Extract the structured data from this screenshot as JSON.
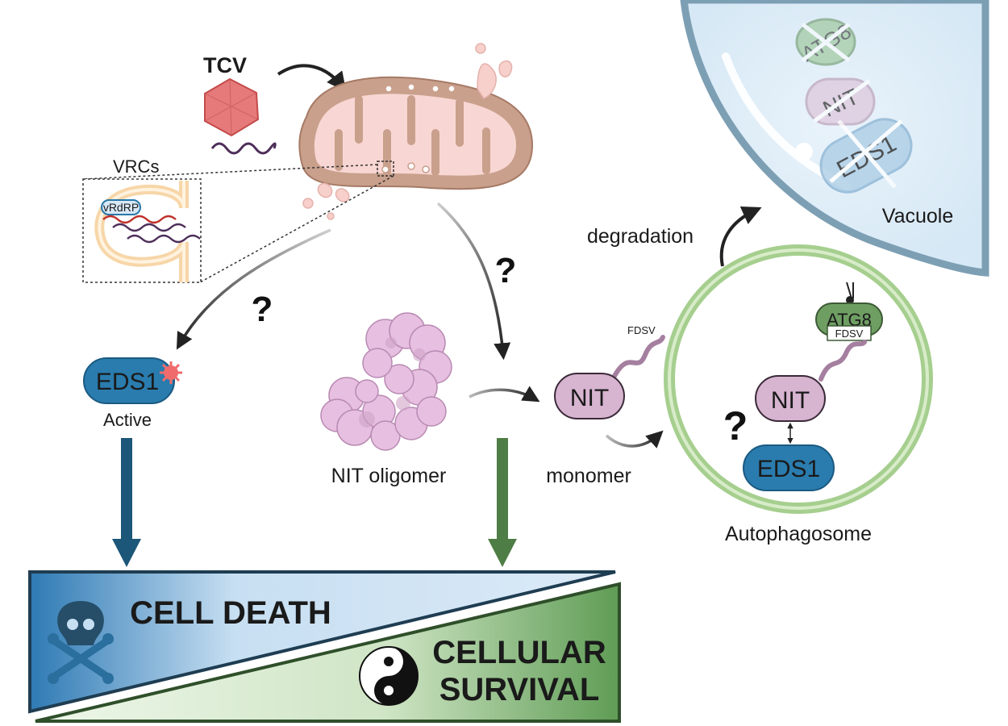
{
  "labels": {
    "tcv": "TCV",
    "vrcs": "VRCs",
    "vrdrp": "vRdRP",
    "eds1_active": "EDS1",
    "active": "Active",
    "nit_oligomer": "NIT oligomer",
    "nit_monomer": "NIT",
    "fdsv_monomer": "FDSV",
    "monomer": "monomer",
    "autophagosome": "Autophagosome",
    "atg8": "ATG8",
    "fdsv_auto": "FDSV",
    "nit_auto": "NIT",
    "eds1_auto": "EDS1",
    "degradation": "degradation",
    "vacuole": "Vacuole",
    "vac_nit": "NIT",
    "vac_eds1": "EDS1",
    "vac_atg8": "ATG8",
    "cell_death": "CELL DEATH",
    "cellular": "CELLULAR",
    "survival": "SURVIVAL",
    "question": "?"
  },
  "colors": {
    "eds1_blue": "#2878a8",
    "nit_pink": "#d7b4d0",
    "atg8_green": "#6f9e63",
    "mito_brown": "#c49a86",
    "mito_pink": "#f7d4d2",
    "virus_red": "#e06666",
    "rna_purple": "#4e2e5a",
    "death_arrow": "#1c5678",
    "survival_arrow": "#4e7d45",
    "autophagosome_ring": "#a6cf8f",
    "vacuole_fill": "#e7f1f9"
  }
}
